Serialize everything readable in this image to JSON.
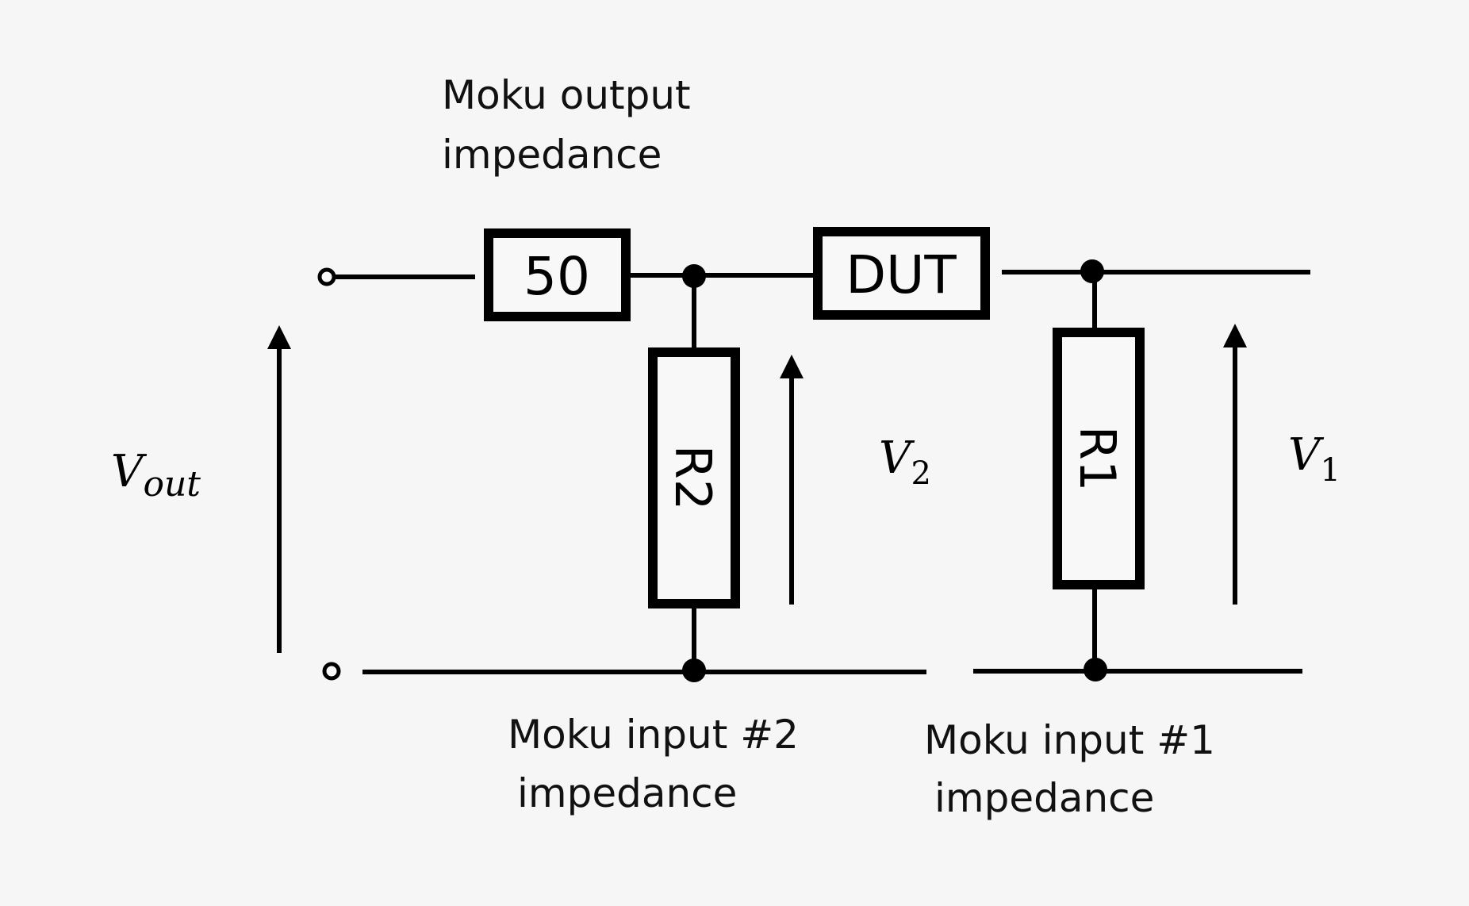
{
  "diagram": {
    "type": "circuit",
    "labels": {
      "output_impedance": [
        "Moku output",
        "impedance"
      ],
      "input2_impedance": [
        "Moku input #2",
        "impedance"
      ],
      "input1_impedance": [
        "Moku input #1",
        "impedance"
      ]
    },
    "components": {
      "source_resistor": "50",
      "dut": "DUT",
      "r2": "R2",
      "r1": "R1"
    },
    "voltages": {
      "vout": {
        "symbol": "V",
        "subscript": "out"
      },
      "v2": {
        "symbol": "V",
        "subscript": "2"
      },
      "v1": {
        "symbol": "V",
        "subscript": "1"
      }
    }
  }
}
